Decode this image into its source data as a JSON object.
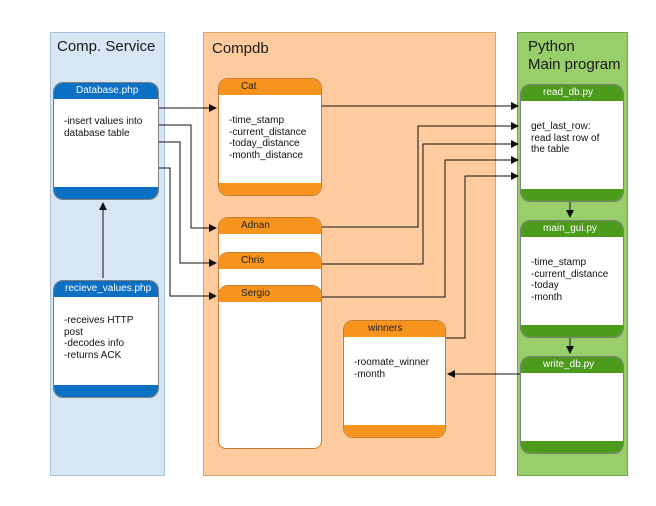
{
  "panels": {
    "comp_service": "Comp. Service",
    "compdb": "Compdb",
    "python": "Python\nMain program"
  },
  "boxes": {
    "database_php": {
      "title": "Database.php",
      "lines": [
        "-insert values into",
        "database table"
      ]
    },
    "recieve_values_php": {
      "title": "recieve_values.php",
      "lines": [
        "-receives HTTP",
        "post",
        "-decodes info",
        "-returns ACK"
      ]
    },
    "cat": {
      "title": "Cat",
      "lines": [
        "-time_stamp",
        "-current_distance",
        "-today_distance",
        "-month_distance"
      ]
    },
    "adnan": {
      "title": "Adnan"
    },
    "chris": {
      "title": "Chris"
    },
    "sergio": {
      "title": "Sergio"
    },
    "winners": {
      "title": "winners",
      "lines": [
        "-roomate_winner",
        "-month"
      ]
    },
    "read_db_py": {
      "title": "read_db.py",
      "lines": [
        "get_last_row:",
        "read last row of",
        "the table"
      ]
    },
    "main_gui_py": {
      "title": "main_gui.py",
      "lines": [
        "-time_stamp",
        "-current_distance",
        "-today",
        "-month"
      ]
    },
    "write_db_py": {
      "title": "write_db.py"
    }
  },
  "colors": {
    "comp_service_fill": "#d6e6f4",
    "compdb_fill": "#fdcb9e",
    "python_fill": "#98cf6b",
    "blue_header": "#0b6fc4",
    "orange_header": "#f6941e",
    "green_header": "#4d9b1d"
  }
}
